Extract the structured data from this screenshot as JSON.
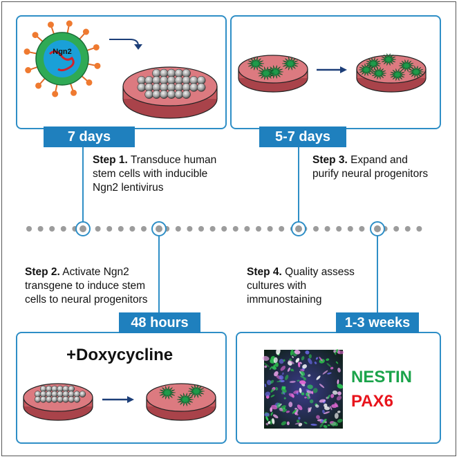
{
  "steps": [
    {
      "duration": "7 days",
      "title": "Step 1.",
      "text": "Transduce human stem cells with inducible Ngn2 lentivirus"
    },
    {
      "duration": "48 hours",
      "title": "Step 2.",
      "text": "Activate Ngn2 transgene to induce stem cells to neural progenitors"
    },
    {
      "duration": "5-7 days",
      "title": "Step 3.",
      "text": "Expand and purify neural progenitors"
    },
    {
      "duration": "1-3 weeks",
      "title": "Step 4.",
      "text": "Quality assess cultures with immunostaining"
    }
  ],
  "virus_label": "Ngn2",
  "treatment_label": "+Doxycycline",
  "markers": [
    {
      "name": "NESTIN",
      "color": "#1aa34a"
    },
    {
      "name": "PAX6",
      "color": "#e8141c"
    }
  ],
  "colors": {
    "accent": "#1f80be",
    "panel_border": "#2e8ec6",
    "dish": "#c8595f",
    "cell": "#1f9a4a",
    "virus_coat": "#2faa55"
  }
}
